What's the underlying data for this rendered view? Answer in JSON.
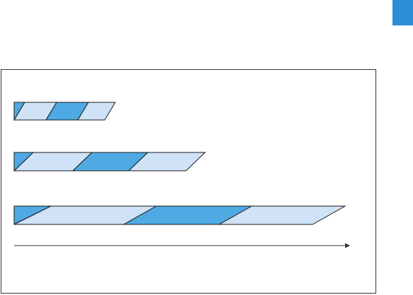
{
  "colors": {
    "dark_fill": "#4fa9e2",
    "light_fill": "#cfe2f6",
    "stroke": "#1a1a1a",
    "accent_tab": "#2b8fd6",
    "frame": "#333333"
  },
  "bars": [
    {
      "segments": [
        "dark",
        "light",
        "dark",
        "light"
      ]
    },
    {
      "segments": [
        "dark",
        "light",
        "dark",
        "light"
      ]
    },
    {
      "segments": [
        "dark",
        "light",
        "dark",
        "light"
      ]
    }
  ],
  "axis": {
    "arrow_icon": "arrow-right-icon"
  }
}
